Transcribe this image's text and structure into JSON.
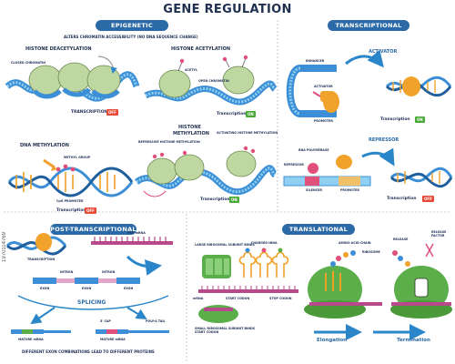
{
  "title": "GENE REGULATION",
  "colors": {
    "panel_pill": "#2b6aa6",
    "dna_blue": "#3c8fd6",
    "dna_light": "#8fd0f2",
    "histone_green": "#bfd7a0",
    "chain_orange": "#f0a22a",
    "mark_pink": "#e0507a",
    "off_red": "#e94a35",
    "on_green": "#4aa838",
    "arrow_blue": "#2a86c8",
    "ribosome_green": "#5cae4a"
  },
  "epigenetic": {
    "header": "EPIGENETIC",
    "subtitle": "ALTERS CHROMATIN ACCESSIBILITY (NO DNA SEQUENCE CHANGE)",
    "histone_deacetylation": {
      "title": "HISTONE DEACETYLATION",
      "closed_chromatin": "CLOSED CHROMATIN",
      "transcription": "TRANSCRIPTION",
      "status": "OFF"
    },
    "histone_acetylation": {
      "title": "HISTONE ACETYLATION",
      "acetyl": "ACETYL",
      "open_chromatin": "OPEN CHROMATIN",
      "transcription": "Transcription",
      "status": "ON"
    },
    "dna_methylation": {
      "title": "DNA METHYLATION",
      "methyl_group": "METHYL GROUP",
      "cpg_promoter": "CpG PROMOTER",
      "transcription": "Transcription",
      "status": "OFF"
    },
    "histone_methylation": {
      "title_line1": "HISTONE",
      "title_line2": "METHYLATION",
      "repressive": "REPRESSIVE HISTONE METHYLATION",
      "activating": "ACTIVATING HISTONE METHYLATION",
      "transcription": "Transcription",
      "status": "ON"
    }
  },
  "transcriptional": {
    "header": "TRANSCRIPTIONAL",
    "activator_title": "ACTIVATOR",
    "enhancer": "ENHANCER",
    "activator_label": "ACTIVATOR",
    "promoter": "PROMOTER",
    "transcription_on": "Transcription",
    "status_on": "ON",
    "repressor_title": "REPRESSOR",
    "rna_polymerase": "RNA POLYMERASE",
    "repressor_label": "REPRESSOR",
    "silencer": "SILENCER",
    "promoter2": "PROMOTER",
    "transcription_off": "Transcription",
    "status_off": "OFF"
  },
  "post_transcriptional": {
    "header": "POST-TRANSCRIPTIONAL",
    "pre_mrna": "PRE-mRNA",
    "transcription": "TRANSCRIPTION",
    "exon": "EXON",
    "intron": "INTRON",
    "splicing": "SPLICING",
    "cap": "5' CAP",
    "polya": "POLY-A TAIL",
    "mature_mrna": "MATURE mRNA",
    "footer": "DIFFERENT EXON COMBINATIONS LEAD TO DIFFERENT PROTEINS"
  },
  "translational": {
    "header": "TRANSLATIONAL",
    "large_subunit": "LARGE RIBOSOMAL SUBUNIT BINDS",
    "charged_trna": "CHARGED tRNA",
    "mrna": "mRNA",
    "start_codon": "START CODON",
    "stop_codon": "STOP CODON",
    "small_subunit": "SMALL RIBOSOMAL SUBUNIT BINDS START CODON",
    "amino_acid_chain": "AMINO ACID CHAIN",
    "ribosome": "RIBOSOME",
    "release": "RELEASE",
    "release_factor": "RELEASE FACTOR",
    "elongation": "Elongation",
    "termination": "Termination"
  },
  "watermark": "1970114769"
}
